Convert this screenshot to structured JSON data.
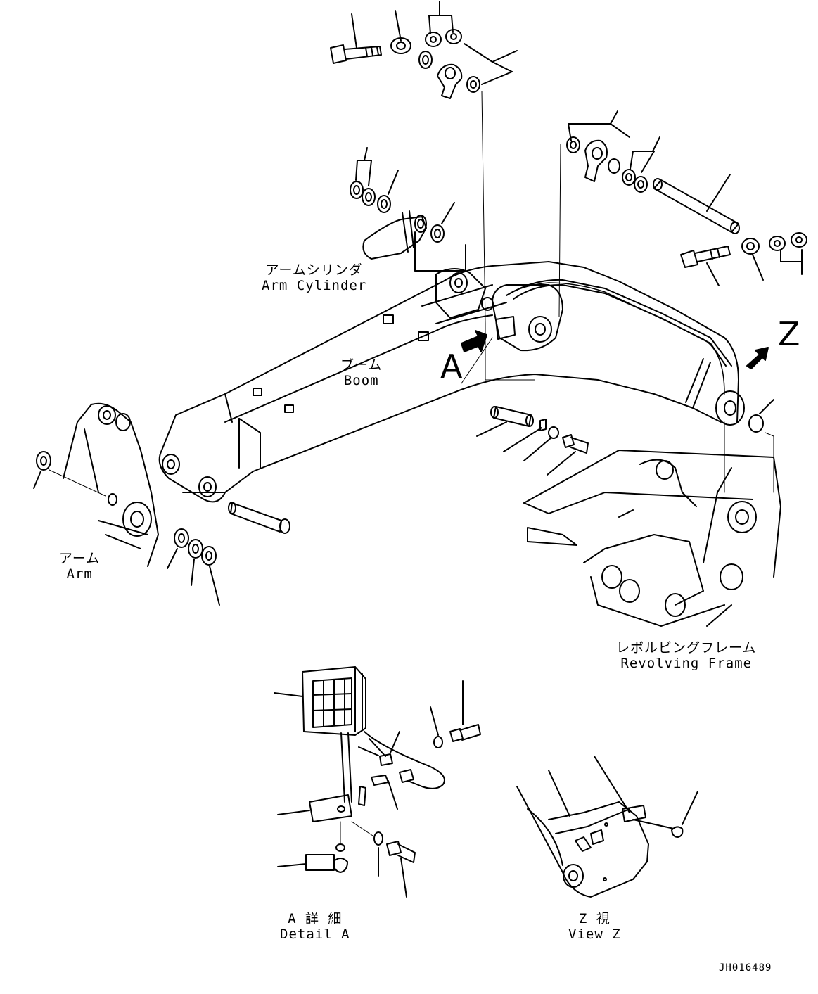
{
  "labels": {
    "arm_cylinder_ja": "アームシリンダ",
    "arm_cylinder_en": "Arm Cylinder",
    "boom_ja": "ブーム",
    "boom_en": "Boom",
    "arm_ja": "アーム",
    "arm_en": "Arm",
    "revolving_frame_ja": "レボルビングフレーム",
    "revolving_frame_en": "Revolving Frame",
    "detail_a_ja": "A 詳 細",
    "detail_a_en": "Detail A",
    "view_z_ja": "Z  視",
    "view_z_en": "View Z"
  },
  "markers": {
    "a": "A",
    "z": "Z"
  },
  "drawing_id": "JH016489",
  "colors": {
    "ink": "#000000",
    "paper": "#ffffff"
  }
}
